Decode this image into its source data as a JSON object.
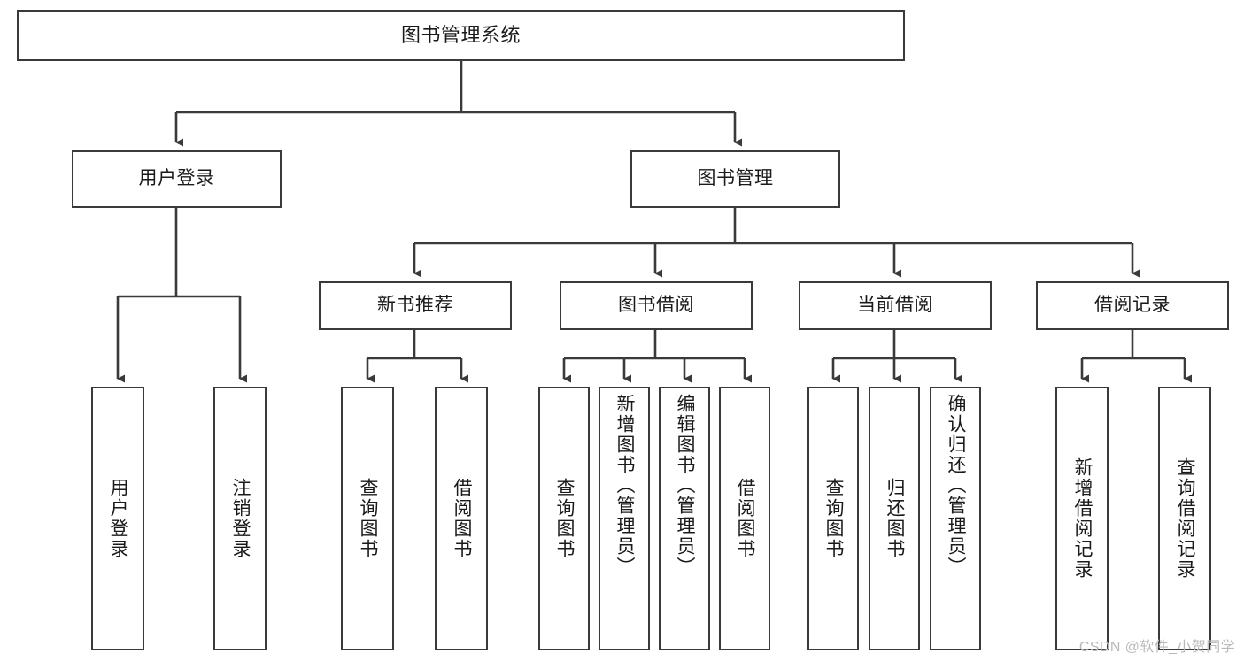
{
  "diagram": {
    "title": "图书管理系统",
    "type": "tree",
    "orientation": "top-down",
    "stroke_color": "#3a3a3a",
    "fill_color": "#ffffff",
    "text_color": "#1a1a1a"
  },
  "nodes": {
    "root": {
      "label": "图书管理系统",
      "level": 0
    },
    "user_login": {
      "label": "用户登录",
      "level": 1
    },
    "book_manage": {
      "label": "图书管理",
      "level": 1
    },
    "new_book_rec": {
      "label": "新书推荐",
      "level": 2
    },
    "book_borrow": {
      "label": "图书借阅",
      "level": 2
    },
    "current_borrow": {
      "label": "当前借阅",
      "level": 2
    },
    "borrow_record": {
      "label": "借阅记录",
      "level": 2
    },
    "leaf_user_login": {
      "label": "用户登录",
      "level": 2
    },
    "leaf_logout": {
      "label": "注销登录",
      "level": 2
    },
    "leaf_query_book_rec": {
      "label": "查询图书",
      "level": 3
    },
    "leaf_borrow_book_rec": {
      "label": "借阅图书",
      "level": 3
    },
    "leaf_query_book_b": {
      "label": "查询图书",
      "level": 3
    },
    "leaf_add_book": {
      "label": "新增图书（管理员）",
      "level": 3
    },
    "leaf_edit_book": {
      "label": "编辑图书（管理员）",
      "level": 3
    },
    "leaf_borrow_book_b": {
      "label": "借阅图书",
      "level": 3
    },
    "leaf_query_book_c": {
      "label": "查询图书",
      "level": 3
    },
    "leaf_return_book": {
      "label": "归还图书",
      "level": 3
    },
    "leaf_confirm_return": {
      "label": "确认归还（管理员）",
      "level": 3
    },
    "leaf_add_record": {
      "label": "新增借阅记录",
      "level": 3
    },
    "leaf_query_record": {
      "label": "查询借阅记录",
      "level": 3
    }
  },
  "edges": [
    {
      "from": "root",
      "to": "user_login"
    },
    {
      "from": "root",
      "to": "book_manage"
    },
    {
      "from": "user_login",
      "to": "leaf_user_login"
    },
    {
      "from": "user_login",
      "to": "leaf_logout"
    },
    {
      "from": "book_manage",
      "to": "new_book_rec"
    },
    {
      "from": "book_manage",
      "to": "book_borrow"
    },
    {
      "from": "book_manage",
      "to": "current_borrow"
    },
    {
      "from": "book_manage",
      "to": "borrow_record"
    },
    {
      "from": "new_book_rec",
      "to": "leaf_query_book_rec"
    },
    {
      "from": "new_book_rec",
      "to": "leaf_borrow_book_rec"
    },
    {
      "from": "book_borrow",
      "to": "leaf_query_book_b"
    },
    {
      "from": "book_borrow",
      "to": "leaf_add_book"
    },
    {
      "from": "book_borrow",
      "to": "leaf_edit_book"
    },
    {
      "from": "book_borrow",
      "to": "leaf_borrow_book_b"
    },
    {
      "from": "current_borrow",
      "to": "leaf_query_book_c"
    },
    {
      "from": "current_borrow",
      "to": "leaf_return_book"
    },
    {
      "from": "current_borrow",
      "to": "leaf_confirm_return"
    },
    {
      "from": "borrow_record",
      "to": "leaf_add_record"
    },
    {
      "from": "borrow_record",
      "to": "leaf_query_record"
    }
  ],
  "watermark": {
    "text": "CSDN @软件_小贺同学"
  }
}
